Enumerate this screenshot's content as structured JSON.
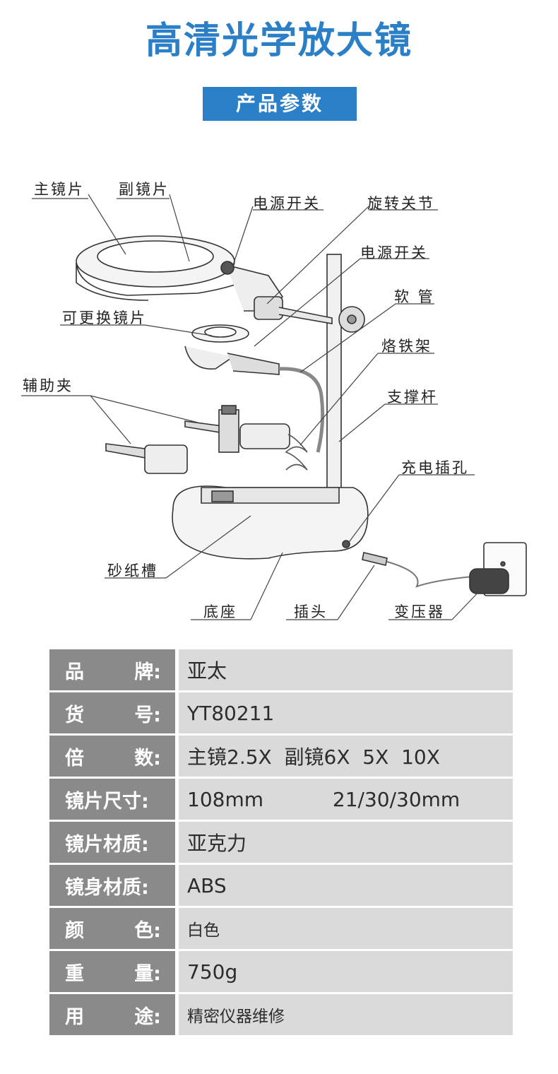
{
  "header": {
    "title": "高清光学放大镜",
    "subtitle": "产品参数"
  },
  "diagram": {
    "labels": {
      "main_lens": "主镜片",
      "sub_lens": "副镜片",
      "power_switch_1": "电源开关",
      "rotary_joint": "旋转关节",
      "power_switch_2": "电源开关",
      "hose": "软 管",
      "replace_lens": "可更换镜片",
      "solder_holder": "烙铁架",
      "aux_clip": "辅助夹",
      "support_rod": "支撑杆",
      "charge_port": "充电插孔",
      "sandpaper_slot": "砂纸槽",
      "base": "底座",
      "plug": "插头",
      "transformer": "变压器"
    }
  },
  "specs": [
    {
      "k1": "品",
      "k2": "牌:",
      "value": "亚太"
    },
    {
      "k1": "货",
      "k2": "号:",
      "value": "YT80211"
    },
    {
      "k1": "倍",
      "k2": "数:",
      "value": "主镜2.5X  副镜6X  5X  10X"
    },
    {
      "k1": "镜片尺寸:",
      "k2": "",
      "value": "108mm           21/30/30mm"
    },
    {
      "k1": "镜片材质:",
      "k2": "",
      "value": "亚克力"
    },
    {
      "k1": "镜身材质:",
      "k2": "",
      "value": "ABS"
    },
    {
      "k1": "颜",
      "k2": "色:",
      "value": "白色"
    },
    {
      "k1": "重",
      "k2": "量:",
      "value": "750g"
    },
    {
      "k1": "用",
      "k2": "途:",
      "value": "精密仪器维修"
    }
  ]
}
